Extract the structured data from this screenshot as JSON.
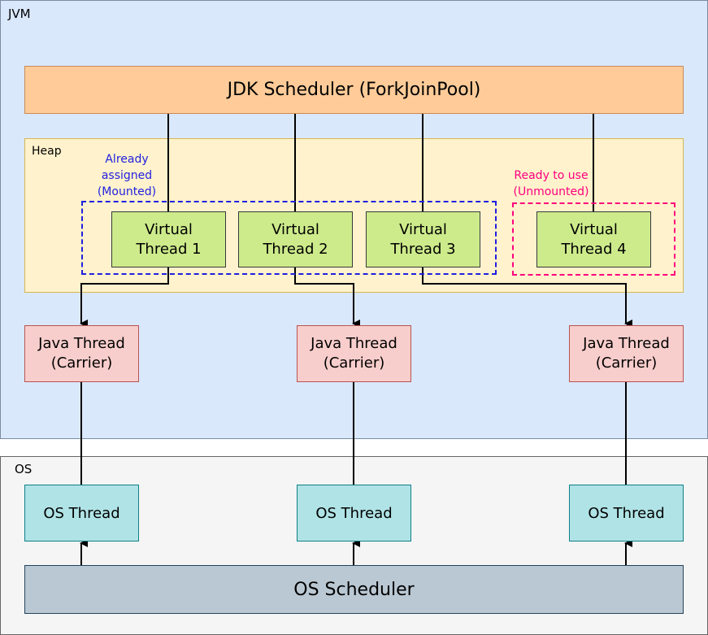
{
  "jvm": {
    "label": "JVM"
  },
  "os": {
    "label": "OS"
  },
  "jdk_scheduler": {
    "label": "JDK Scheduler (ForkJoinPool)"
  },
  "heap": {
    "label": "Heap"
  },
  "mounted_group": {
    "label_line1": "Already",
    "label_line2": "assigned",
    "label_line3": "(Mounted)"
  },
  "unmounted_group": {
    "label_line1": "Ready to use",
    "label_line2": "(Unmounted)"
  },
  "virtual_threads": [
    {
      "line1": "Virtual",
      "line2": "Thread 1"
    },
    {
      "line1": "Virtual",
      "line2": "Thread 2"
    },
    {
      "line1": "Virtual",
      "line2": "Thread 3"
    },
    {
      "line1": "Virtual",
      "line2": "Thread 4"
    }
  ],
  "carrier_threads": [
    {
      "line1": "Java Thread",
      "line2": "(Carrier)"
    },
    {
      "line1": "Java Thread",
      "line2": "(Carrier)"
    },
    {
      "line1": "Java Thread",
      "line2": "(Carrier)"
    }
  ],
  "os_threads": [
    {
      "label": "OS Thread"
    },
    {
      "label": "OS Thread"
    },
    {
      "label": "OS Thread"
    }
  ],
  "os_scheduler": {
    "label": "OS Scheduler"
  },
  "colors": {
    "jvm_bg": "#dae8fc",
    "os_bg": "#f5f5f5",
    "scheduler_bg": "#ffcc99",
    "heap_bg": "#fff2cc",
    "virtual_bg": "#cdeb8b",
    "carrier_bg": "#f8cecc",
    "os_thread_bg": "#b0e3e6",
    "os_scheduler_bg": "#bac8d3",
    "mounted_accent": "#1f1fe0",
    "unmounted_accent": "#ff0080"
  }
}
